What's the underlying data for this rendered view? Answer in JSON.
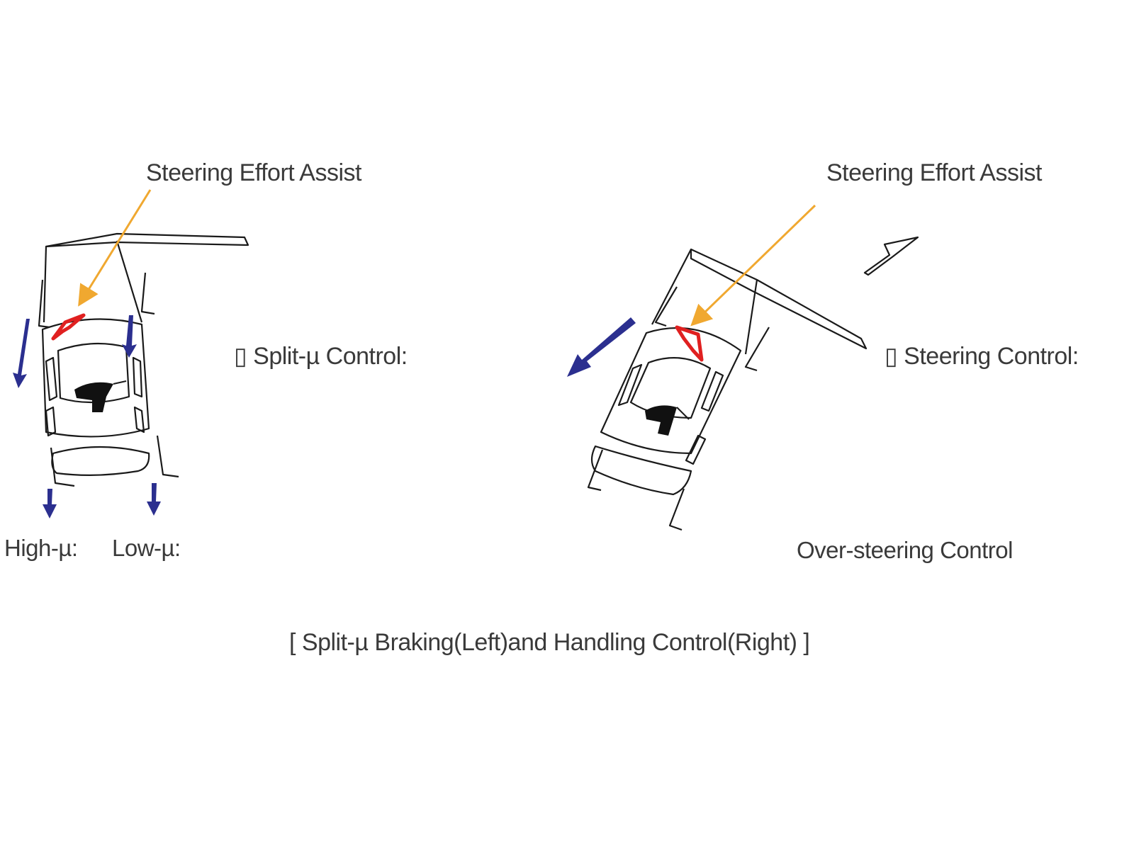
{
  "left_panel": {
    "callout": "Steering Effort Assist",
    "control_label": "▯ Split-µ Control:",
    "surface_high": "High-µ:",
    "surface_low": "Low-µ:"
  },
  "right_panel": {
    "callout": "Steering Effort Assist",
    "control_label": "▯ Steering Control:",
    "bottom_label": "Over-steering Control"
  },
  "caption": "[ Split-µ Braking(Left)and Handling Control(Right) ]",
  "colors": {
    "force_arrow": "#2b2f8f",
    "callout_arrow": "#f0a830",
    "assist_marker": "#e02020",
    "outline": "#1a1a1a",
    "text": "#3a3a3a"
  }
}
